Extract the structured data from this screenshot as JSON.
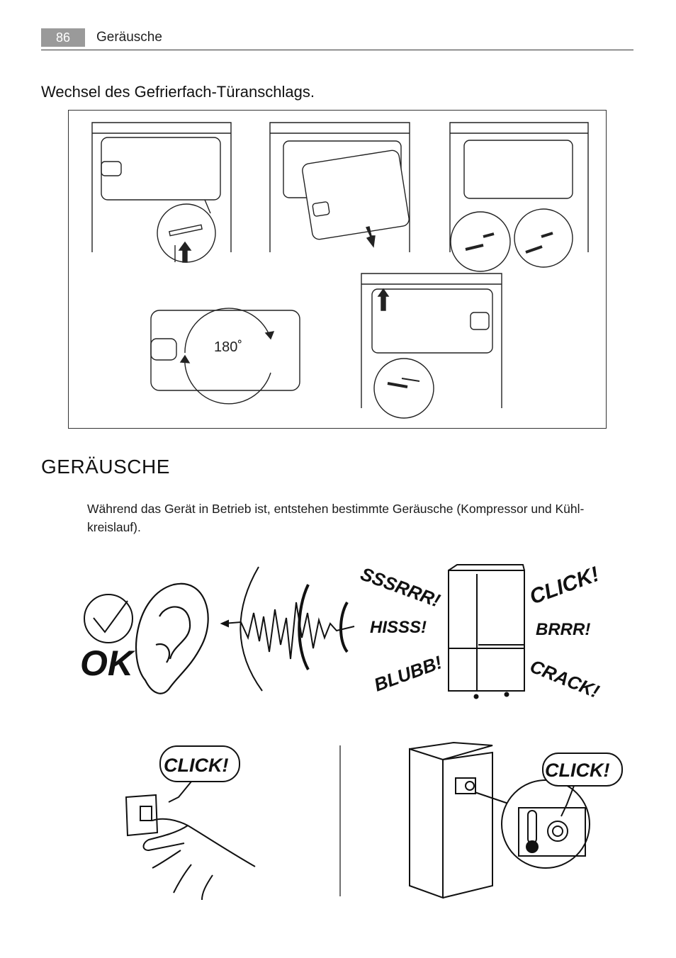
{
  "header": {
    "page_number": "86",
    "title": "Geräusche"
  },
  "door_section": {
    "heading": "Wechsel des Gefrierfach-Türanschlags.",
    "rotation_label": "180˚"
  },
  "noise_section": {
    "title": "GERÄUSCHE",
    "paragraph": "Während das Gerät in Betrieb ist, entstehen bestimmte Geräusche (Kompressor und Kühl-kreislauf).",
    "ok_label": "OK",
    "sounds": [
      "SSSRRR!",
      "HISSS!",
      "BLUBB!",
      "CLICK!",
      "BRRR!",
      "CRACK!"
    ],
    "switch_click": "CLICK!",
    "thermostat_click": "CLICK!"
  }
}
